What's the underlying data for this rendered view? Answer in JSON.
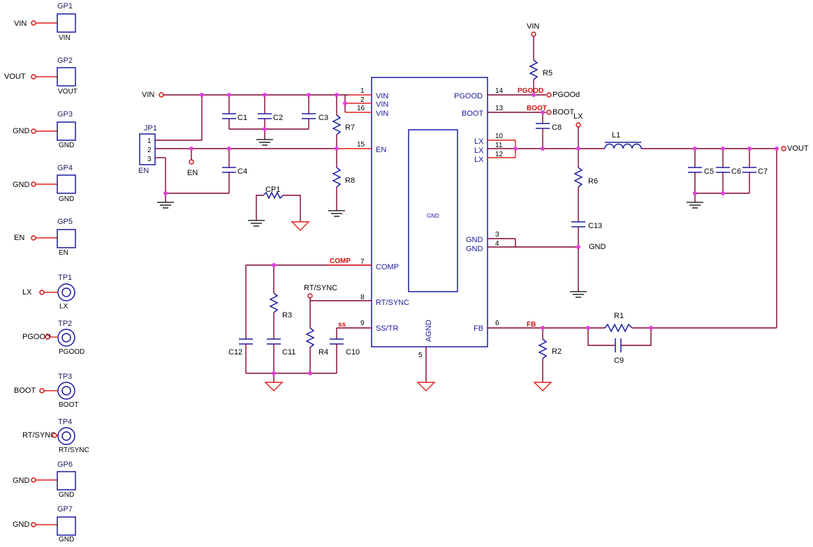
{
  "test_points": [
    {
      "net": "VIN",
      "ref": "GP1",
      "pin": "VIN"
    },
    {
      "net": "VOUT",
      "ref": "GP2",
      "pin": "VOUT"
    },
    {
      "net": "GND",
      "ref": "GP3",
      "pin": "GND"
    },
    {
      "net": "GND",
      "ref": "GP4",
      "pin": "GND"
    },
    {
      "net": "EN",
      "ref": "GP5",
      "pin": "EN"
    },
    {
      "net": "LX",
      "ref": "TP1",
      "pin": "LX"
    },
    {
      "net": "PGOOD",
      "ref": "TP2",
      "pin": "PGOOD"
    },
    {
      "net": "BOOT",
      "ref": "TP3",
      "pin": "BOOT"
    },
    {
      "net": "RT/SYNC",
      "ref": "TP4",
      "pin": "RT/SYNC"
    },
    {
      "net": "GND",
      "ref": "GP6",
      "pin": "GND"
    },
    {
      "net": "GND",
      "ref": "GP7",
      "pin": "GND"
    }
  ],
  "ic": {
    "left_pins": [
      {
        "num": "1",
        "name": "VIN"
      },
      {
        "num": "2",
        "name": "VIN"
      },
      {
        "num": "16",
        "name": "VIN"
      },
      {
        "num": "15",
        "name": "EN"
      },
      {
        "num": "7",
        "name": "COMP"
      },
      {
        "num": "8",
        "name": "RT/SYNC"
      },
      {
        "num": "9",
        "name": "SS/TR"
      }
    ],
    "right_pins": [
      {
        "num": "14",
        "name": "PGOOD"
      },
      {
        "num": "13",
        "name": "BOOT"
      },
      {
        "num": "10",
        "name": "LX"
      },
      {
        "num": "11",
        "name": "LX"
      },
      {
        "num": "12",
        "name": "LX"
      },
      {
        "num": "3",
        "name": "GND"
      },
      {
        "num": "4",
        "name": "GND"
      },
      {
        "num": "6",
        "name": "FB"
      }
    ],
    "bottom_pin": {
      "num": "5",
      "name": "AGND"
    },
    "pad_label": "GND"
  },
  "jumper": {
    "ref": "JP1",
    "pins": [
      "1",
      "2",
      "3"
    ],
    "label": "EN"
  },
  "nets": {
    "vin": "VIN",
    "vout": "VOUT",
    "en": "EN",
    "lx": "LX",
    "gnd": "GND",
    "pgood_out": "PGOOd",
    "boot_out": "BOOT",
    "rtsync": "RT/SYNC",
    "pgood_net": "PGOOD",
    "boot_net": "BOOT",
    "comp_net": "COMP",
    "ss_net": "ss",
    "fb_net": "FB"
  },
  "parts": {
    "c1": "C1",
    "c2": "C2",
    "c3": "C3",
    "c4": "C4",
    "c5": "C5",
    "c6": "C6",
    "c7": "C7",
    "c8": "C8",
    "c9": "C9",
    "c10": "C10",
    "c11": "C11",
    "c12": "C12",
    "c13": "C13",
    "r1": "R1",
    "r2": "R2",
    "r3": "R3",
    "r4": "R4",
    "r5": "R5",
    "r6": "R6",
    "r7": "R7",
    "r8": "R8",
    "l1": "L1",
    "cp1": "CP1"
  }
}
